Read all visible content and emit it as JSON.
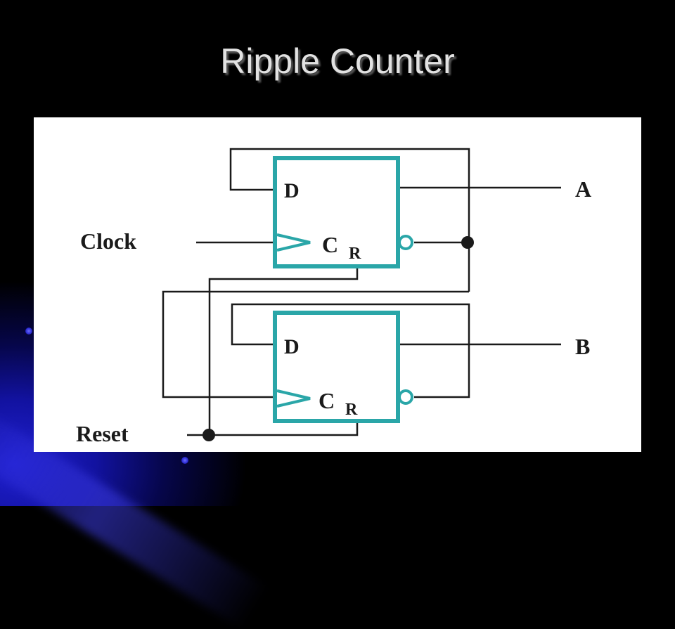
{
  "slide": {
    "title": "Ripple Counter"
  },
  "diagram": {
    "inputs": {
      "clock": "Clock",
      "reset": "Reset"
    },
    "outputs": {
      "a": "A",
      "b": "B"
    },
    "flipflop_top": {
      "d_pin": "D",
      "clk_pin_main": "C",
      "clk_pin_sub": "R"
    },
    "flipflop_bottom": {
      "d_pin": "D",
      "clk_pin_main": "C",
      "clk_pin_sub": "R"
    },
    "colors": {
      "flipflop_border": "#2aa6a8",
      "wire": "#1a1a1a",
      "background": "#ffffff"
    }
  }
}
